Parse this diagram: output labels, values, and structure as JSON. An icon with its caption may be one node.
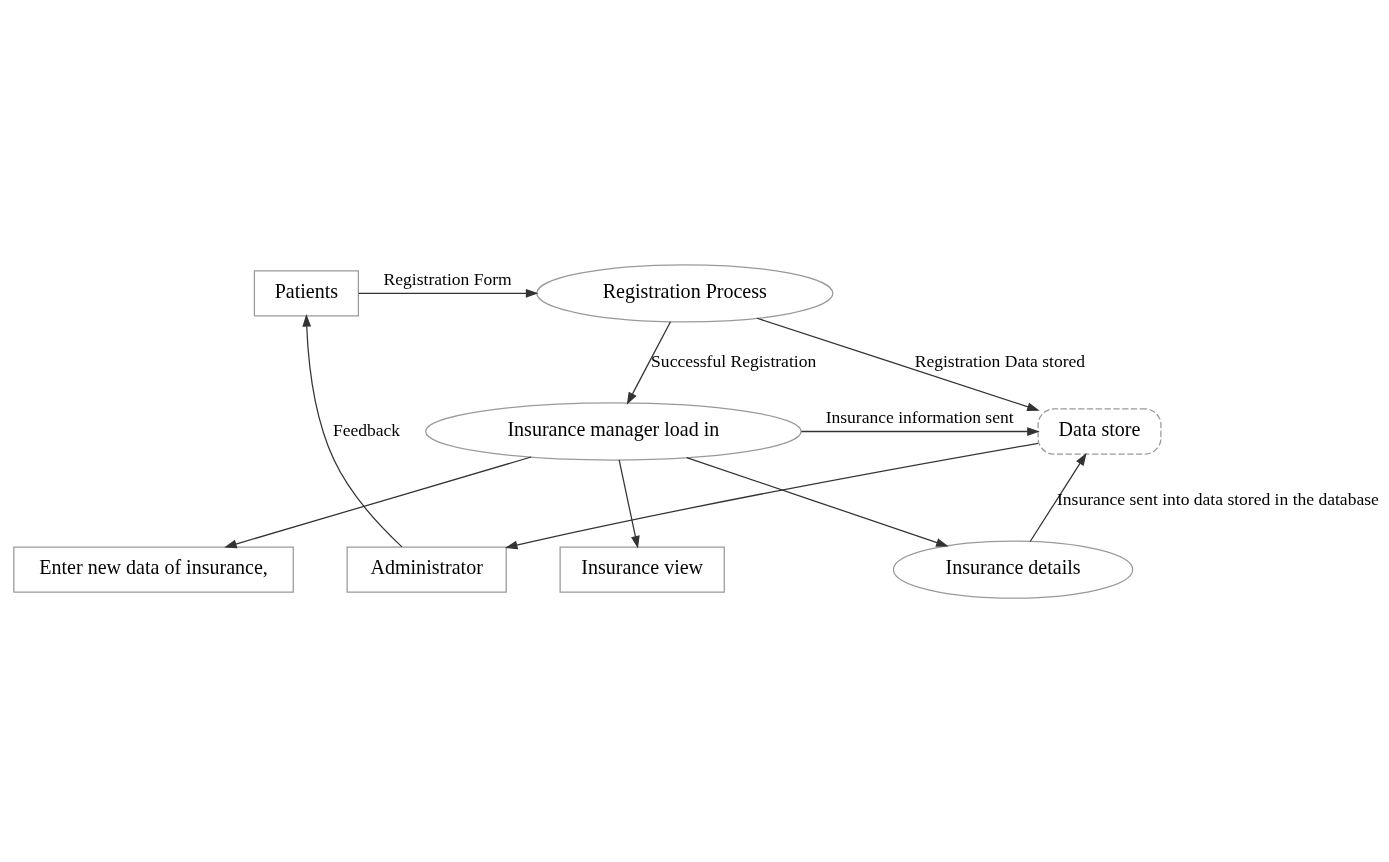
{
  "diagram": {
    "nodes": [
      {
        "text": [
          "Patients"
        ]
      },
      {
        "text": [
          "Administrator"
        ]
      },
      {
        "text": [
          "Data store"
        ]
      },
      {
        "text": [
          "Registration Process"
        ]
      },
      {
        "text": [
          "Insurance manager load in"
        ]
      },
      {
        "text": [
          "Enter new data of insurance,"
        ]
      },
      {
        "text": [
          "Insurance view"
        ]
      },
      {
        "text": [
          "Insurance details"
        ]
      }
    ],
    "edges": [
      {
        "from": 0,
        "to": 3,
        "arrow": "to",
        "label": "Registration Form"
      },
      {
        "from": 3,
        "to": 2,
        "arrow": "to",
        "label": "Registration Data stored"
      },
      {
        "from": 3,
        "to": 4,
        "arrow": "to",
        "label": "Successful Registration"
      },
      {
        "from": 4,
        "to": 2,
        "arrow": "to",
        "label": "Insurance information sent"
      },
      {
        "from": 4,
        "to": 5,
        "arrow": "to"
      },
      {
        "from": 4,
        "to": 6,
        "arrow": "to"
      },
      {
        "from": 4,
        "to": 7,
        "arrow": "to"
      },
      {
        "from": 2,
        "to": 1,
        "arrow": "to"
      },
      {
        "from": 1,
        "to": 0,
        "arrow": "to",
        "label": "Feedback"
      },
      {
        "from": 7,
        "to": 2,
        "arrow": "to",
        "label": "Insurance sent into data stored in the database"
      }
    ]
  }
}
